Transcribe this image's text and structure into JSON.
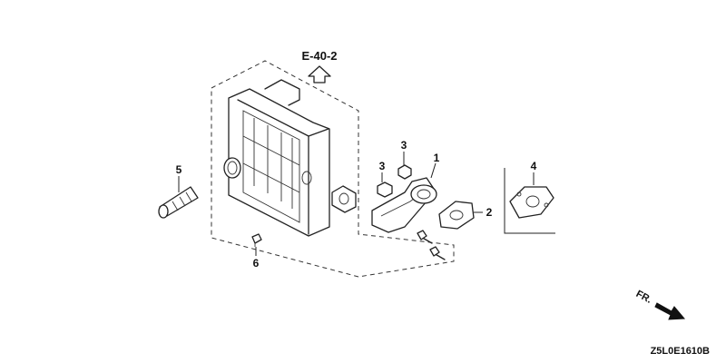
{
  "reference": "E-40-2",
  "direction": "FR.",
  "drawing_code": "Z5L0E1610B",
  "callouts": [
    {
      "id": "p1",
      "label": "1"
    },
    {
      "id": "p2",
      "label": "2"
    },
    {
      "id": "p3a",
      "label": "3"
    },
    {
      "id": "p3b",
      "label": "3"
    },
    {
      "id": "p4",
      "label": "4"
    },
    {
      "id": "p5",
      "label": "5"
    },
    {
      "id": "p6",
      "label": "6"
    }
  ]
}
